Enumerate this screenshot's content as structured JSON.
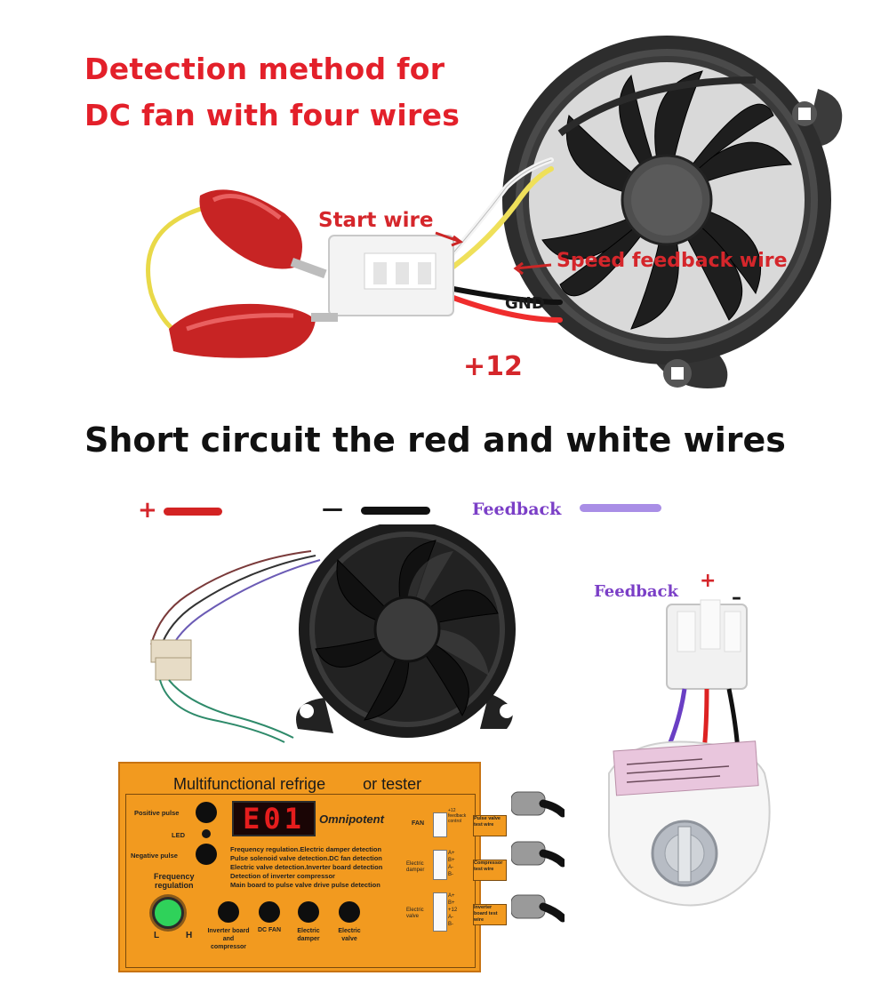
{
  "top": {
    "title_line1": "Detection method for",
    "title_line2": "DC fan with four wires",
    "label_start_wire": "Start wire",
    "label_speed_feedback": "Speed feedback wire",
    "label_gnd": "GND",
    "label_plus12": "+12"
  },
  "instruction": "Short circuit the red and white wires",
  "legend": {
    "plus": "+",
    "minus": "—",
    "feedback": "Feedback",
    "colors": {
      "plus": "#d32323",
      "minus": "#111111",
      "feedback": "#a98ee6"
    }
  },
  "connector": {
    "feedback": "Feedback",
    "plus": "+",
    "minus": "–"
  },
  "tester": {
    "title": "Multifunctional refrige",
    "title_tail": "or tester",
    "display": "E01",
    "brand": "Omnipotent",
    "left_labels": [
      "Positive pulse",
      "LED",
      "Negative pulse"
    ],
    "freq_label_1": "Frequency",
    "freq_label_2": "regulation",
    "knob_low": "L",
    "knob_high": "H",
    "desc": [
      "Frequency regulation.Electric damper detection",
      "Pulse solenoid valve detection.DC fan detection",
      "Electric valve detection.Inverter board detection",
      "Detection of inverter compressor",
      "Main board to pulse valve drive pulse detection"
    ],
    "buttons": [
      "Inverter board and compressor",
      "DC FAN",
      "Electric damper",
      "Electric valve"
    ],
    "ports": [
      "FAN",
      "Electric damper",
      "Electric valve"
    ],
    "port_pins": [
      "+12\nfeedback\ncontrol",
      "A+\nB+\nA-\nB-",
      "A+\nB+\n+12\nA-\nB-"
    ],
    "side_tags": [
      "Pulse valve test wire",
      "Compressor test wire",
      "Inverter board test wire"
    ],
    "colors": {
      "body": "#f29a1f",
      "display": "#e51d1d"
    }
  }
}
